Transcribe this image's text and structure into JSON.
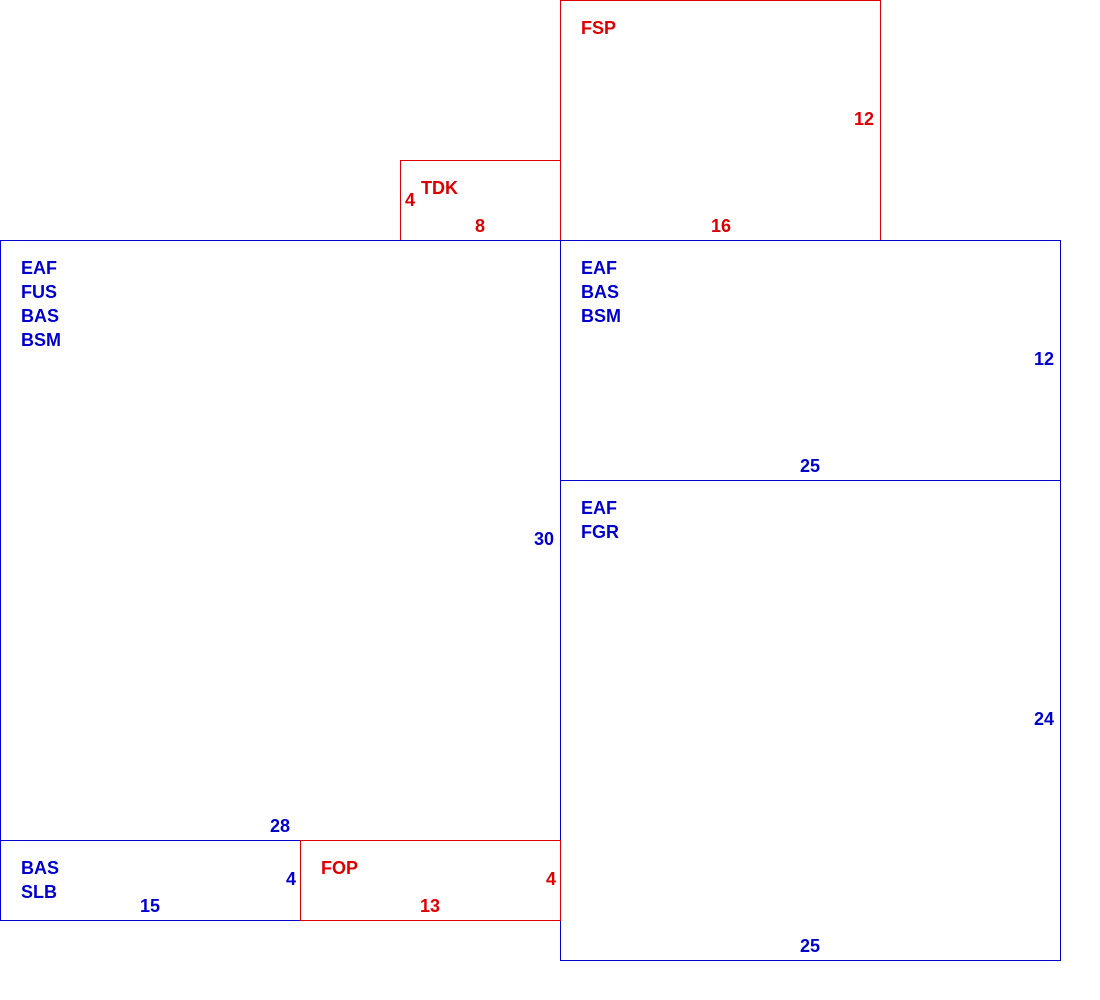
{
  "colors": {
    "blue": "#0000cc",
    "red": "#dd0000"
  },
  "rooms": {
    "fsp": {
      "labels": [
        "FSP"
      ],
      "width": "16",
      "height": "12"
    },
    "tdk": {
      "labels": [
        "TDK"
      ],
      "width": "8",
      "height": "4"
    },
    "main": {
      "labels": [
        "EAF",
        "FUS",
        "BAS",
        "BSM"
      ],
      "width": "28",
      "height": "30"
    },
    "east": {
      "labels": [
        "EAF",
        "BAS",
        "BSM"
      ],
      "width": "25",
      "height": "12"
    },
    "se": {
      "labels": [
        "EAF",
        "FGR"
      ],
      "width": "25",
      "height": "24"
    },
    "slb": {
      "labels": [
        "BAS",
        "SLB"
      ],
      "width": "15",
      "height": "4"
    },
    "fop": {
      "labels": [
        "FOP"
      ],
      "width": "13",
      "height": "4"
    }
  }
}
